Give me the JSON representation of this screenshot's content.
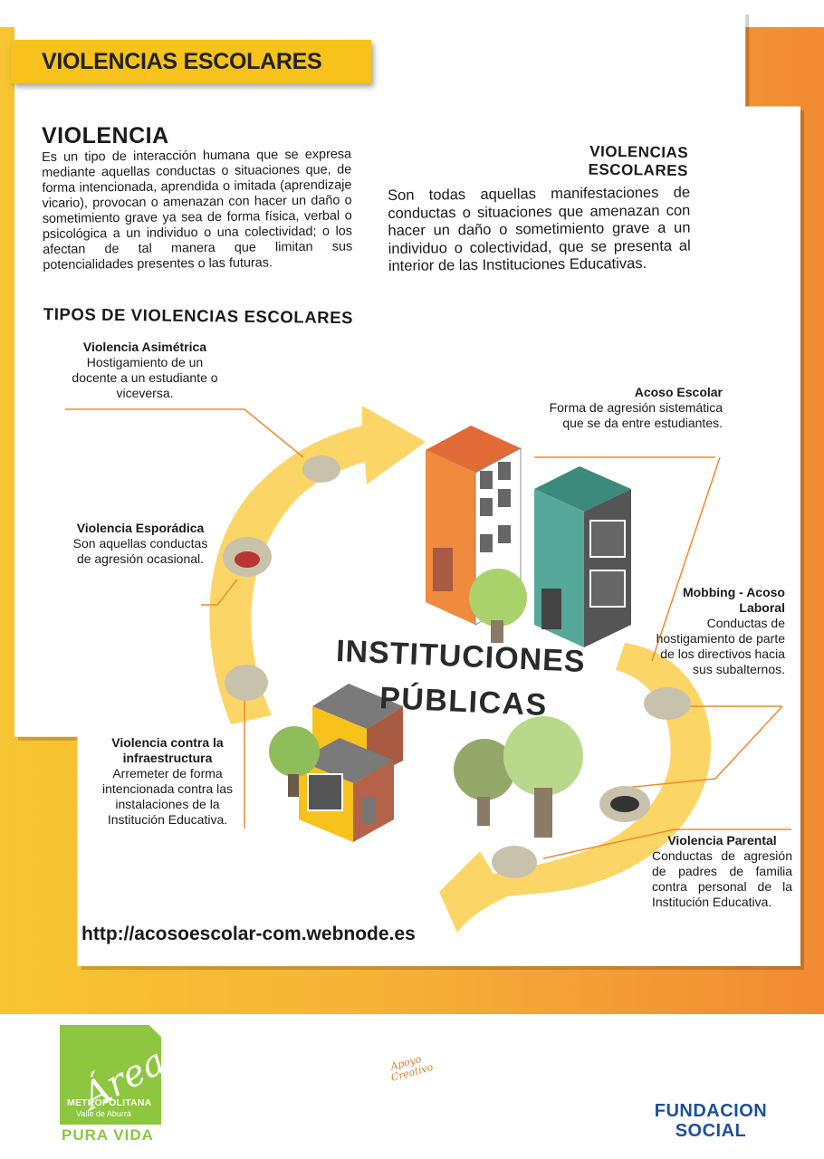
{
  "banner": {
    "title": "VIOLENCIAS ESCOLARES"
  },
  "violencia": {
    "heading": "VIOLENCIA",
    "text": "Es un tipo de interacción humana que se expresa mediante aquellas conductas o situaciones que, de forma intencionada, aprendida o imitada (aprendizaje vicario), provocan o amenazan con hacer un daño o sometimiento grave ya sea de forma física, verbal o psicológica a un individuo o una colectividad; o los afectan de tal manera que limitan sus potencialidades presentes o las futuras."
  },
  "violencias_escolares": {
    "heading_line1": "VIOLENCIAS",
    "heading_line2": "ESCOLARES",
    "text": "Son todas aquellas manifestaciones de conductas o situaciones que amenazan con hacer un daño o sometimiento grave a un individuo o colectividad, que se presenta al interior de las Instituciones Educativas."
  },
  "tipos": {
    "heading": "TIPOS DE VIOLENCIAS ESCOLARES",
    "items": [
      {
        "title": "Violencia Asimétrica",
        "text": "Hostigamiento de un docente a un estudiante o viceversa."
      },
      {
        "title": "Violencia Esporádica",
        "text": "Son aquellas conductas de agresión ocasional."
      },
      {
        "title": "Violencia contra la infraestructura",
        "text": "Arremeter de forma intencionada contra las instalaciones de la Institución Educativa."
      },
      {
        "title": "Acoso Escolar",
        "text": "Forma de agresión sistemática que se da entre estudiantes."
      },
      {
        "title": "Mobbing - Acoso Laboral",
        "text": "Conductas de hostigamiento de parte de los directivos hacia sus subalternos."
      },
      {
        "title": "Violencia Parental",
        "text": "Conductas de agresión de padres de familia contra personal de la Institución Educativa."
      }
    ]
  },
  "center": {
    "line1": "INSTITUCIONES",
    "line2": "PÚBLICAS"
  },
  "url": "http://acosoescolar-com.webnode.es",
  "logos": {
    "area": {
      "word": "Área",
      "metro": "METROPOLITANA",
      "valle": "Valle de Aburrá",
      "slogan": "PURA VIDA"
    },
    "bulb": {
      "text": "Apoyo Creativo"
    },
    "fundacion": {
      "line1": "FUNDACION",
      "line2": "SOCIAL"
    }
  },
  "colors": {
    "accent_yellow": "#f6c21b",
    "orange": "#f18a33",
    "arrow": "#fbd566",
    "leader_line": "#f08a2c",
    "building_orange": "#f08a3c",
    "building_teal": "#56a89a",
    "tree_green": "#a9d26a",
    "fundacion_blue": "#1e4f9c",
    "area_green": "#8dc63f"
  }
}
